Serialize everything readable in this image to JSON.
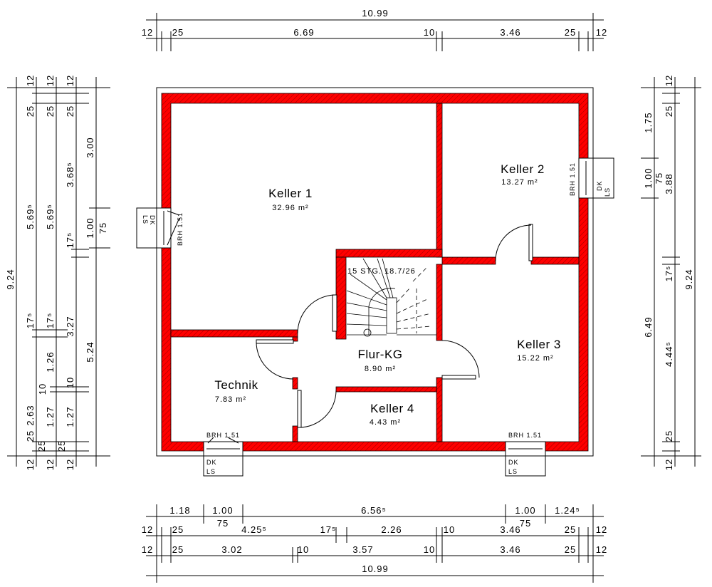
{
  "rooms": [
    {
      "name": "Keller 1",
      "area": "32.96 m²"
    },
    {
      "name": "Keller 2",
      "area": "13.27 m²"
    },
    {
      "name": "Keller 3",
      "area": "15.22 m²"
    },
    {
      "name": "Flur-KG",
      "area": "8.90 m²"
    },
    {
      "name": "Technik",
      "area": "7.83 m²"
    },
    {
      "name": "Keller 4",
      "area": "4.43 m²"
    }
  ],
  "stairs": {
    "label": "15 STG. 18.7/26"
  },
  "windows": {
    "sill": "BRH 1.51",
    "type": "DK",
    "shutter": "LS"
  },
  "colors": {
    "wall": "#ff0000",
    "line": "#000000"
  },
  "dims": {
    "top": {
      "total": "10.99",
      "row2": [
        "12",
        "25",
        "6.69",
        "10",
        "3.46",
        "25",
        "12"
      ]
    },
    "bottom": {
      "rowA": [
        "1.18",
        "1.00",
        "75",
        "6.56⁵",
        "1.00",
        "75",
        "1.24⁵"
      ],
      "rowB": [
        "12",
        "25",
        "4.25⁵",
        "17⁵",
        "2.26",
        "10",
        "3.46",
        "25",
        "12"
      ],
      "rowC": [
        "12",
        "25",
        "3.02",
        "10",
        "3.57",
        "10",
        "3.46",
        "25",
        "12"
      ],
      "total": "10.99"
    },
    "left": {
      "total": "9.24",
      "col2": [
        "12",
        "25",
        "5.69⁵",
        "17⁵",
        "2.63",
        "25",
        "12"
      ],
      "col3": [
        "12",
        "25",
        "5.69⁵",
        "17⁵",
        "1.26",
        "10",
        "1.27",
        "25",
        "12"
      ],
      "col4": [
        "12",
        "25",
        "3.68⁵",
        "17⁵",
        "3.27",
        "10",
        "1.27",
        "25",
        "12"
      ],
      "col5": [
        "3.00",
        "1.00",
        "75",
        "5.24"
      ]
    },
    "right": {
      "col1": [
        "1.75",
        "1.00",
        "75",
        "6.49"
      ],
      "col2": [
        "12",
        "25",
        "3.88",
        "17⁵",
        "4.44⁵",
        "25",
        "12"
      ],
      "total": "9.24"
    }
  }
}
